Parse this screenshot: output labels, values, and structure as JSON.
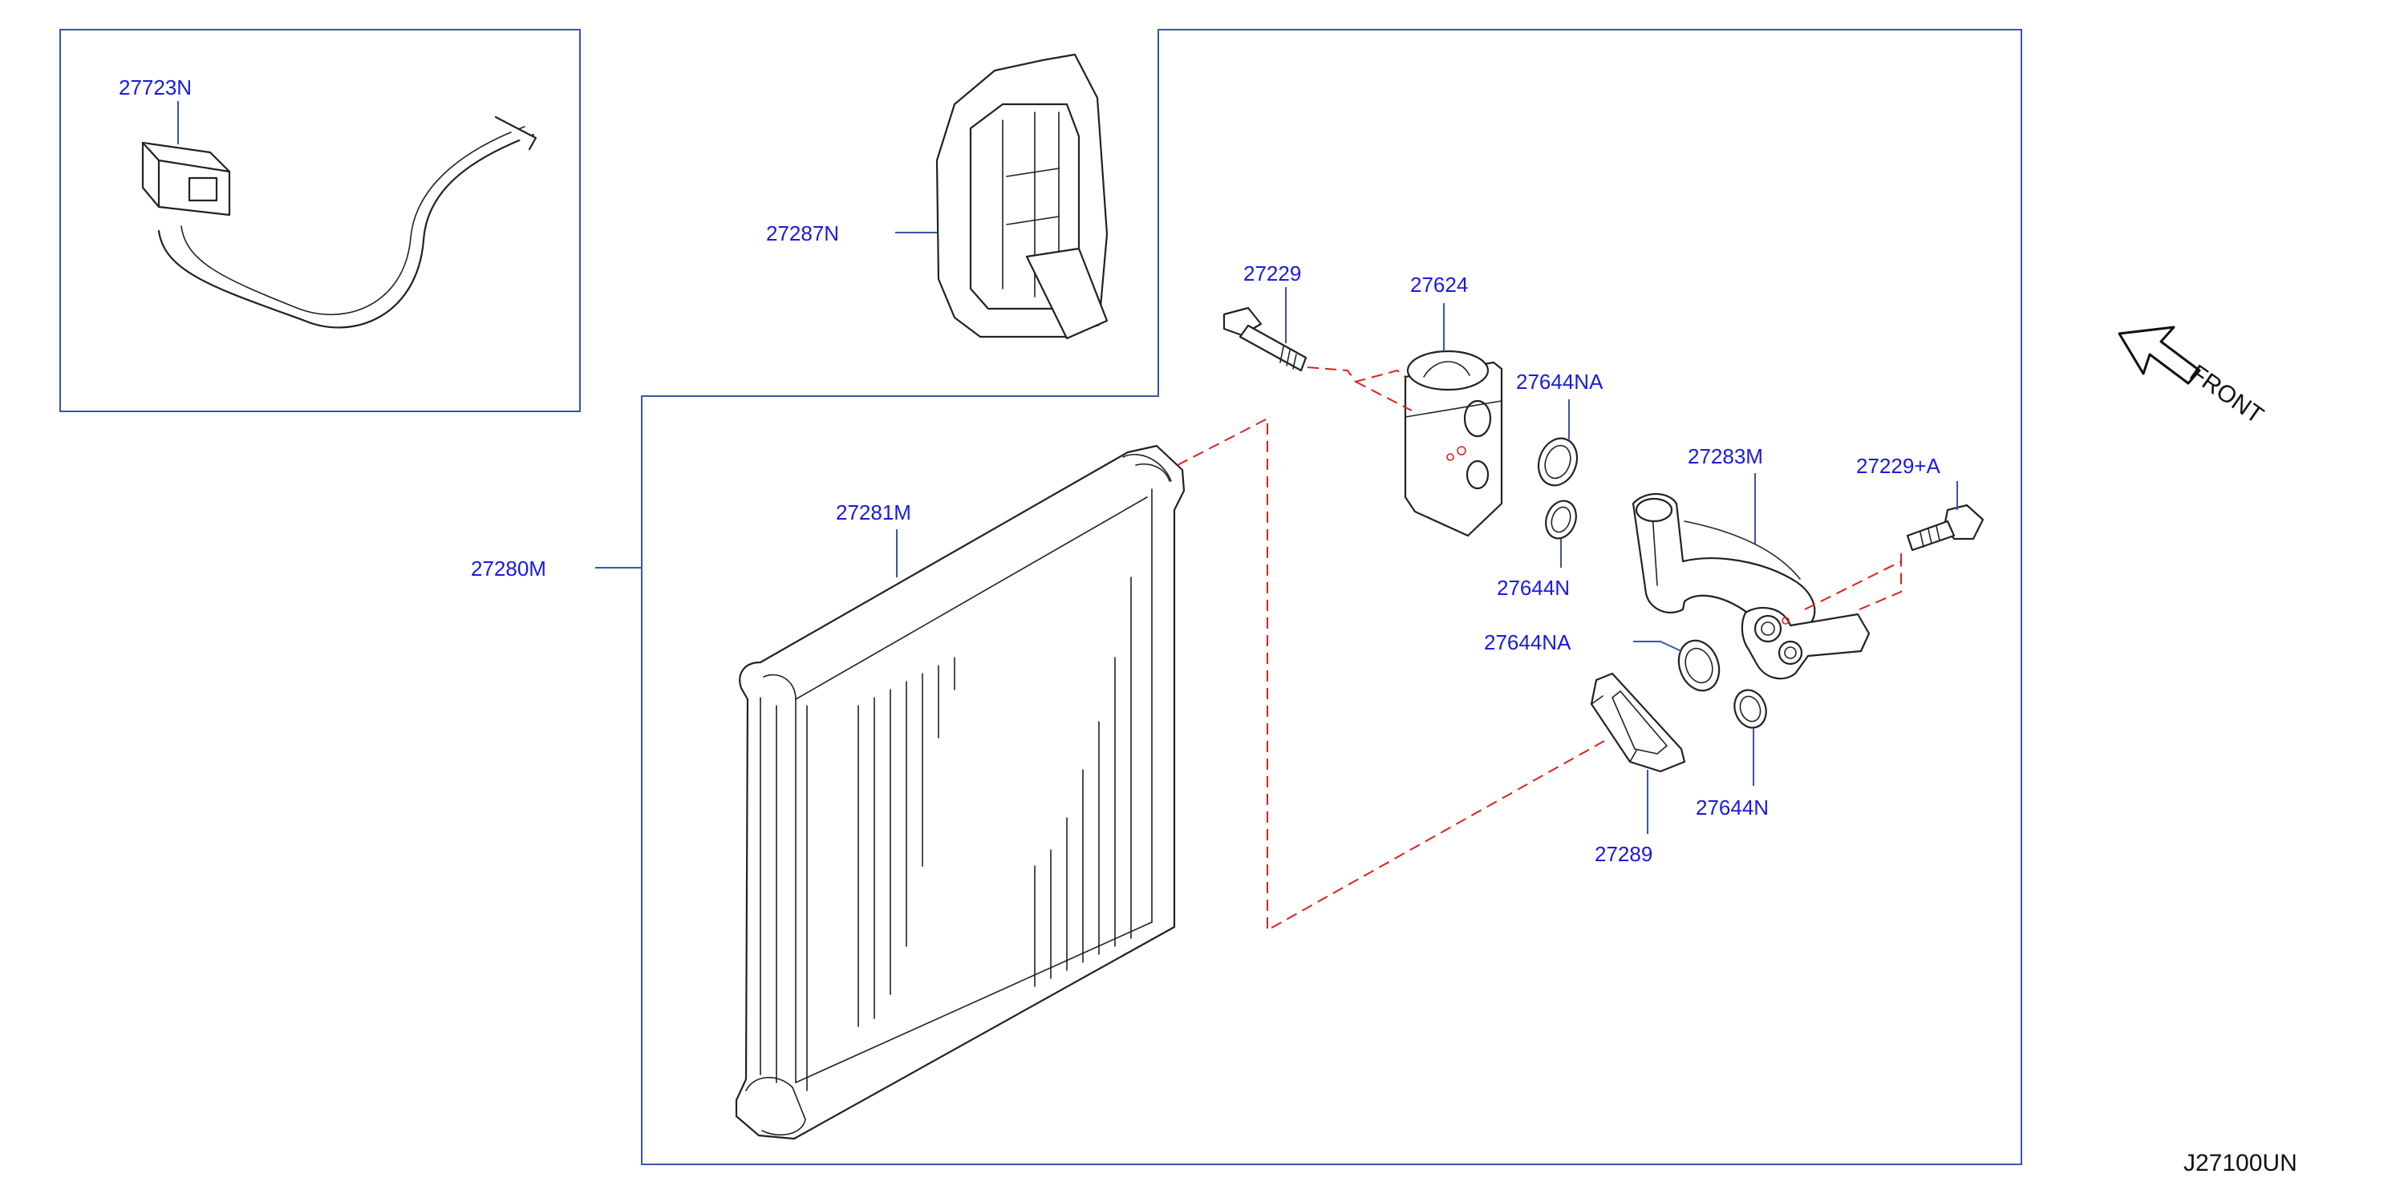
{
  "diagram_code": "J27100UN",
  "direction_label": "FRONT",
  "colors": {
    "label_text": "#1a1adc",
    "frame_lines": "#3a55a8",
    "parts_outline": "#222222",
    "alignment_dash": "#e02020"
  },
  "part_labels": {
    "p27723N": "27723N",
    "p27287N": "27287N",
    "p27229": "27229",
    "p27624": "27624",
    "p27644NA_top": "27644NA",
    "p27644N_top": "27644N",
    "p27283M": "27283M",
    "p27229A": "27229+A",
    "p27644NA_bottom": "27644NA",
    "p27644N_bottom": "27644N",
    "p27289": "27289",
    "p27280M": "27280M",
    "p27281M": "27281M"
  },
  "icons": {
    "front_arrow": "front-arrow-icon"
  }
}
